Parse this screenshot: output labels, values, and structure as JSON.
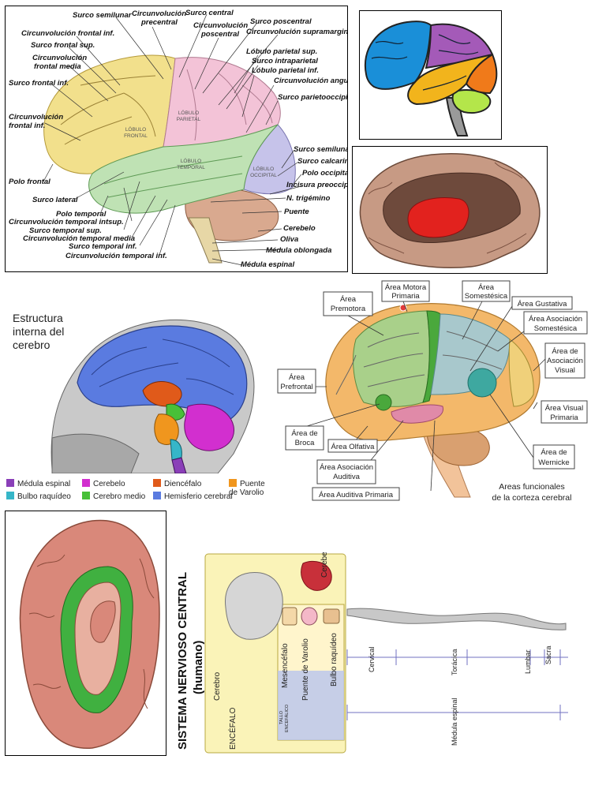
{
  "panel1": {
    "labels": {
      "surco_semilunar": "Surco semilunar",
      "circ_precentral_1": "Circunvolución",
      "circ_precentral_2": "precentral",
      "surco_central": "Surco central",
      "circ_poscentral_1": "Circunvolución",
      "circ_poscentral_2": "poscentral",
      "surco_poscentral": "Surco poscentral",
      "circ_supramarginal": "Circunvolución supramarginal",
      "circ_frontal_inf_top": "Circunvolución frontal inf.",
      "surco_frontal_sup": "Surco frontal sup.",
      "circ_frontal_media_1": "Circunvolución",
      "circ_frontal_media_2": "frontal media",
      "surco_frontal_inf": "Surco frontal inf.",
      "circ_frontal_inf_1": "Circunvolución",
      "circ_frontal_inf_2": "frontal inf.",
      "lobulo_parietal_sup": "Lóbulo parietal sup.",
      "surco_intraparietal": "Surco intraparietal",
      "lobulo_parietal_inf": "Lóbulo parietal inf.",
      "circ_angular": "Circunvolución angular",
      "surco_parietooccipital": "Surco parietooccipital",
      "surco_semilunar_2": "Surco semilunar",
      "surco_calcarino": "Surco calcarino",
      "polo_occipital": "Polo occipital",
      "incisura_preoccipital": "Incisura preoccipital",
      "n_trigemino": "N. trigémino",
      "puente": "Puente",
      "cerebelo": "Cerebelo",
      "oliva": "Oliva",
      "medula_oblongada": "Médula oblongada",
      "medula_espinal": "Médula espinal",
      "polo_frontal": "Polo frontal",
      "surco_lateral": "Surco lateral",
      "polo_temporal": "Polo temporal",
      "circ_temporal_intsup": "Circunvolución temporal intsup.",
      "surco_temporal_sup": "Surco temporal sup.",
      "circ_temporal_media": "Circunvolución temporal media",
      "surco_temporal_inf": "Surco temporal inf.",
      "circ_temporal_inf": "Circunvolución temporal inf.",
      "lobulo_frontal_1": "LÓBULO",
      "lobulo_frontal_2": "FRONTAL",
      "lobulo_parietal_1": "LÓBULO",
      "lobulo_parietal_2": "PARIETAL",
      "lobulo_temporal_1": "LÓBULO",
      "lobulo_temporal_2": "TEMPORAL",
      "lobulo_occipital_1": "LÓBULO",
      "lobulo_occipital_2": "OCCIPITAL"
    },
    "colors": {
      "frontal": "#f2e08c",
      "parietal": "#f3c3d7",
      "temporal": "#bfe2b4",
      "occipital": "#c6c3ea",
      "cerebellum": "#d9a98f",
      "stem": "#e7d7a6"
    }
  },
  "panel2": {
    "colors": {
      "frontal": "#1a8fd8",
      "parietal": "#a45ab8",
      "temporal": "#f2b41c",
      "occipital": "#f07a1a",
      "cerebellum": "#b4e64a",
      "stem": "#9a9a9a"
    }
  },
  "panel3": {
    "colors": {
      "cortex": "#c79a84",
      "region": "#e2221e"
    }
  },
  "panel4": {
    "title_lines": [
      "Estructura",
      "interna del",
      "cerebro"
    ],
    "legend": [
      {
        "label": "Médula espinal",
        "color": "#8a3fb8"
      },
      {
        "label": "Cerebelo",
        "color": "#d22fcf"
      },
      {
        "label": "Diencéfalo",
        "color": "#e05a1a"
      },
      {
        "label": "Puente",
        "label2": "de Varolio",
        "color": "#f0961e"
      },
      {
        "label": "Bulbo raquídeo",
        "color": "#36b6c8"
      },
      {
        "label": "Cerebro medio",
        "color": "#48c038"
      },
      {
        "label": "Hemisferio cerebral",
        "color": "#5a7be0"
      }
    ]
  },
  "panel5": {
    "areas": {
      "premotora_1": "Área",
      "premotora_2": "Premotora",
      "motora_1": "Área Motora",
      "motora_2": "Primaria",
      "somestesica_1": "Área",
      "somestesica_2": "Somestésica",
      "gustativa": "Área Gustativa",
      "asoc_somestesica_1": "Área Asociación",
      "asoc_somestesica_2": "Somestésica",
      "asoc_visual_1": "Área de",
      "asoc_visual_2": "Asociación",
      "asoc_visual_3": "Visual",
      "prefrontal_1": "Área",
      "prefrontal_2": "Prefrontal",
      "visual_primaria_1": "Área Visual",
      "visual_primaria_2": "Primaria",
      "broca_1": "Área de",
      "broca_2": "Broca",
      "olfativa": "Área Olfativa",
      "wernicke_1": "Área de",
      "wernicke_2": "Wernicke",
      "asoc_auditiva_1": "Área Asociación",
      "asoc_auditiva_2": "Auditiva",
      "auditiva_primaria": "Área Auditiva Primaria"
    },
    "caption_1": "Areas funcionales",
    "caption_2": "de la corteza cerebral"
  },
  "panel7": {
    "title_1": "SISTEMA  NERVIOSO  CENTRAL",
    "title_2": "(humano)",
    "cerebelo": "Cerebelo",
    "cerebro": "Cerebro",
    "mesencefalo": "Mesencéfalo",
    "puente": "Puente de Varolio",
    "bulbo": "Bulbo raquídeo",
    "tallo_1": "TALLO",
    "tallo_2": "ENCEFÁLICO",
    "encefalo": "ENCÉFALO",
    "cervical": "Cervical",
    "toracica": "Torácica",
    "lumbar": "Lumbar",
    "sacra": "Sacra",
    "medula": "Médula espinal"
  }
}
